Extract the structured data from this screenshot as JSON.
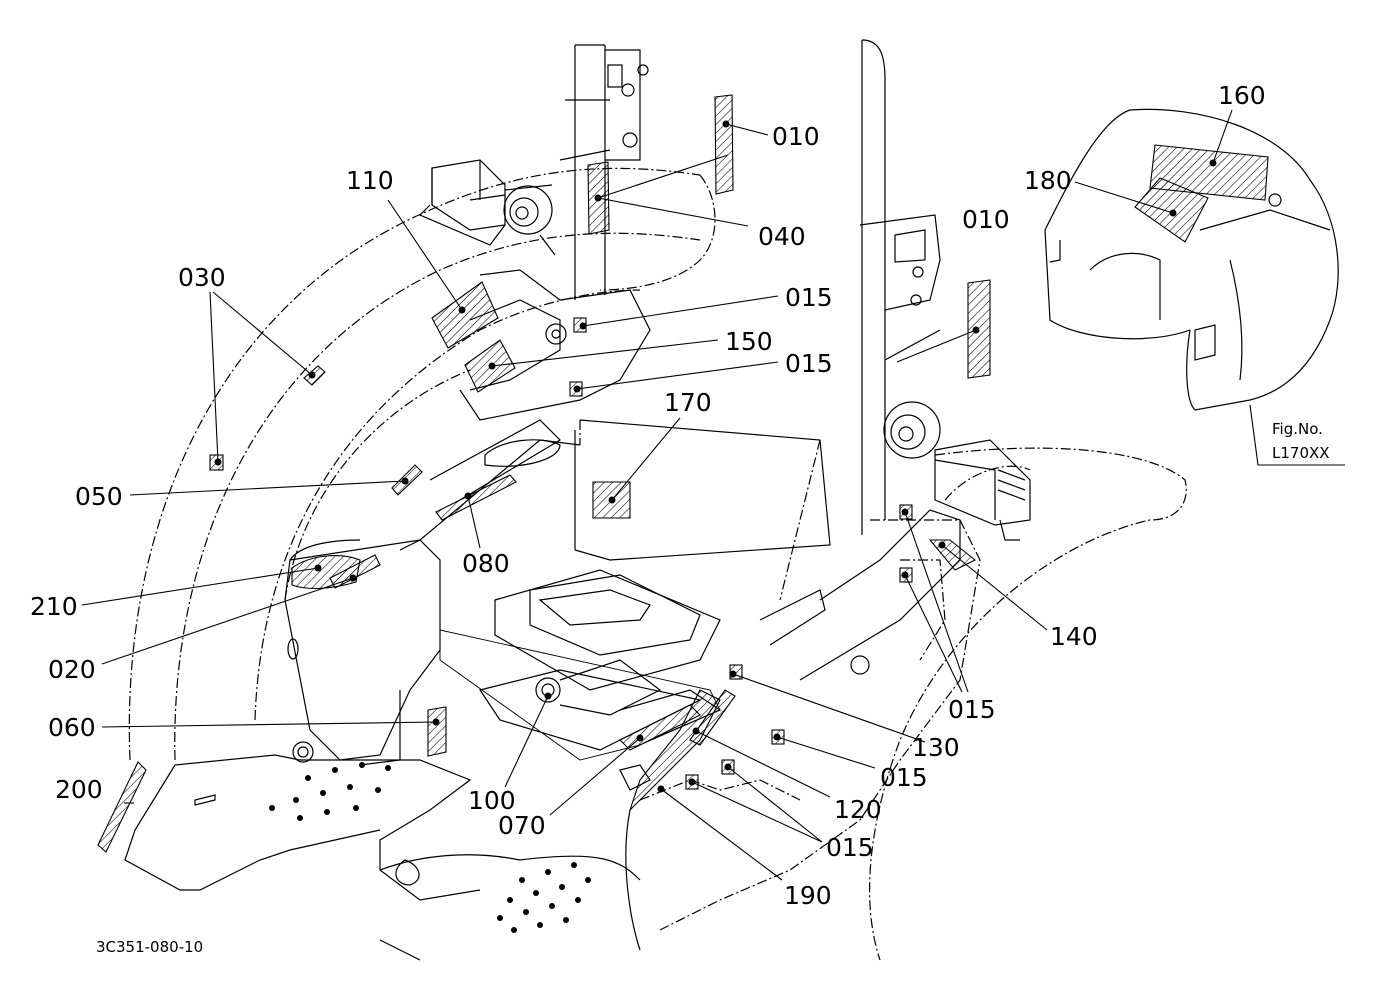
{
  "figure": {
    "fig_no_label": "Fig.No.",
    "fig_no_value": "L170XX",
    "drawing_code": "3C351-080-10"
  },
  "callouts": {
    "c010a": "010",
    "c040": "040",
    "c015a": "015",
    "c150": "150",
    "c015b": "015",
    "c110": "110",
    "c030": "030",
    "c050": "050",
    "c080": "080",
    "c170": "170",
    "c210": "210",
    "c020": "020",
    "c060": "060",
    "c200": "200",
    "c100": "100",
    "c070": "070",
    "c010b": "010",
    "c160": "160",
    "c180": "180",
    "c140": "140",
    "c015c": "015",
    "c130": "130",
    "c015d": "015",
    "c120": "120",
    "c015e": "015",
    "c190": "190"
  },
  "colors": {
    "line": "#000000",
    "background": "#ffffff"
  }
}
